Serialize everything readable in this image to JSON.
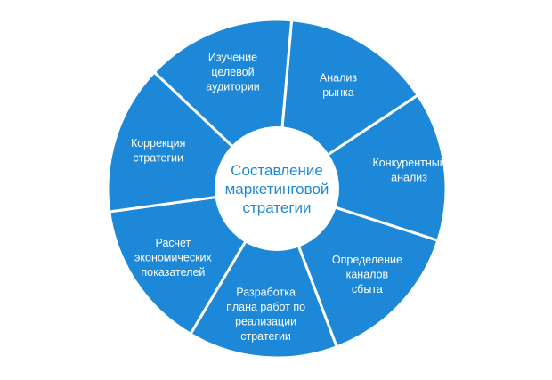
{
  "diagram": {
    "center_lines": [
      "Составление",
      "маркетинговой",
      "стратегии"
    ],
    "segments": [
      {
        "lines": [
          "Анализ",
          "рынка"
        ]
      },
      {
        "lines": [
          "Конкурентный",
          "анализ"
        ]
      },
      {
        "lines": [
          "Определение",
          "каналов",
          "сбыта"
        ]
      },
      {
        "lines": [
          "Разработка",
          "плана работ по",
          "реализации",
          "стратегии"
        ]
      },
      {
        "lines": [
          "Расчет",
          "экономических",
          "показателей"
        ]
      },
      {
        "lines": [
          "Коррекция",
          "стратегии"
        ]
      },
      {
        "lines": [
          "Изучение",
          "целевой",
          "аудитории"
        ]
      }
    ],
    "colors": {
      "segment_fill": "#1e88d8",
      "segment_divider": "#ffffff",
      "center_fill": "#ffffff",
      "center_text": "#1e88d8",
      "segment_text": "#ffffff"
    }
  }
}
